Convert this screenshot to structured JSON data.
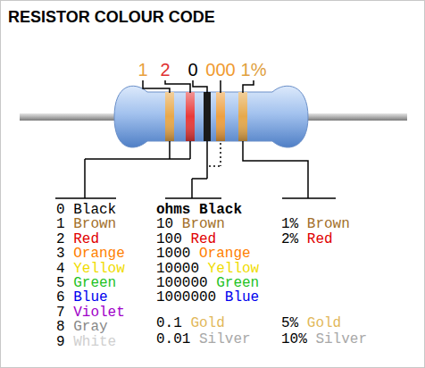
{
  "diagram": {
    "title": "RESISTOR COLOUR CODE",
    "labels": [
      "1",
      "2",
      "0",
      "000",
      "1%",
      "0",
      "Black",
      "1",
      "Brown",
      "2",
      "Red",
      "3",
      "Orange",
      "4",
      "Yellow",
      "5",
      "Green",
      "6",
      "Blue",
      "7",
      "Violet",
      "8",
      "Gray",
      "9",
      "White",
      "ohms Black",
      "10",
      "Brown",
      "100",
      "Red",
      "1000",
      "Orange",
      "10000",
      "Yellow",
      "100000",
      "Green",
      "1000000",
      "Blue",
      "0.1",
      "Gold",
      "0.01",
      "Silver",
      "1%",
      "Brown",
      "2%",
      "Red",
      "5%",
      "Gold",
      "10%",
      "Silver"
    ]
  }
}
